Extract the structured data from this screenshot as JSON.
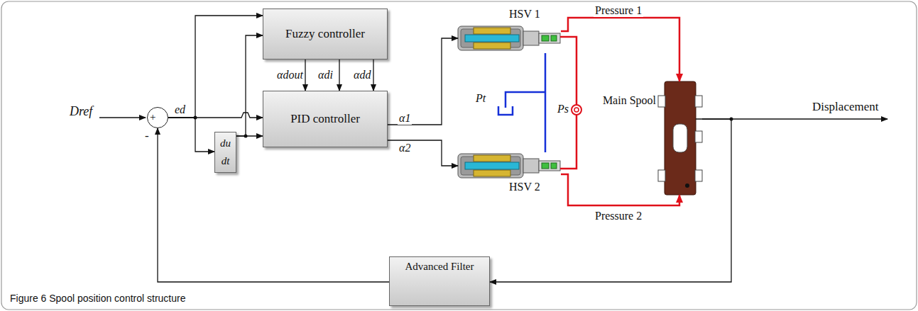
{
  "diagram": {
    "caption": "Figure 6 Spool position control structure",
    "nodes": [
      {
        "text": [
          "+",
          "-"
        ]
      },
      {
        "text": [
          "Fuzzy controller"
        ]
      },
      {
        "text": [
          "PID controller"
        ]
      },
      {
        "text": [
          "du dt"
        ]
      },
      {
        "text": [
          "HSV 1"
        ]
      },
      {
        "text": [
          "HSV 2"
        ]
      },
      {
        "text": [
          "Main Spool"
        ]
      },
      {
        "text": [
          "Advanced Filter"
        ]
      }
    ],
    "edges": [
      {
        "from": 0,
        "to": 1,
        "arrow": "to"
      },
      {
        "from": 0,
        "to": 2,
        "arrow": "to",
        "label": "ed"
      },
      {
        "from": 0,
        "to": 3,
        "arrow": "to"
      },
      {
        "from": 3,
        "to": 2,
        "arrow": "to"
      },
      {
        "from": 3,
        "to": 1,
        "arrow": "to"
      },
      {
        "from": 1,
        "to": 2,
        "arrow": "to",
        "label": "αdout"
      },
      {
        "from": 1,
        "to": 2,
        "arrow": "to",
        "label": "αdi"
      },
      {
        "from": 1,
        "to": 2,
        "arrow": "to",
        "label": "αdd"
      },
      {
        "from": 2,
        "to": 4,
        "arrow": "to",
        "label": "α1"
      },
      {
        "from": 2,
        "to": 5,
        "arrow": "to",
        "label": "α2"
      },
      {
        "from": 4,
        "to": 6,
        "arrow": "to",
        "label": "Pressure 1"
      },
      {
        "from": 5,
        "to": 6,
        "arrow": "to",
        "label": "Pressure 2"
      },
      {
        "from": 6,
        "to": 7,
        "arrow": "to"
      },
      {
        "from": 7,
        "to": 0,
        "arrow": "to"
      }
    ],
    "labels": [
      "Dref",
      "Pt",
      "Ps",
      "Displacement"
    ]
  }
}
